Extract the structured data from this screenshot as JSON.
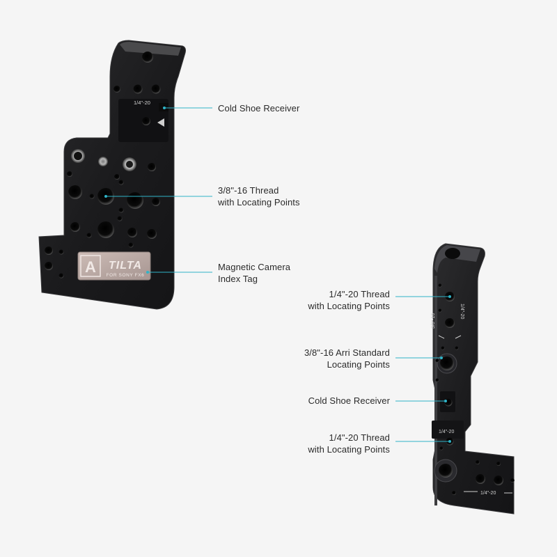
{
  "callouts_left_plate": [
    {
      "id": "cold-shoe-receiver-top",
      "text": "Cold Shoe Receiver"
    },
    {
      "id": "thread-38-locating",
      "text": "3/8\"-16 Thread\nwith Locating Points"
    },
    {
      "id": "magnetic-index-tag",
      "text": "Magnetic Camera\nIndex Tag"
    }
  ],
  "callouts_right_plate": [
    {
      "id": "thread-14-locating-top",
      "text": "1/4\"-20 Thread\nwith Locating Points"
    },
    {
      "id": "arri-locating",
      "text": "3/8\"-16 Arri Standard\nLocating Points"
    },
    {
      "id": "cold-shoe-receiver-side",
      "text": "Cold Shoe Receiver"
    },
    {
      "id": "thread-14-locating-bottom",
      "text": "1/4\"-20 Thread\nwith Locating Points"
    }
  ],
  "engravings": {
    "left_plate_quarter": "1/4\"-20",
    "tag_brand": "TILTA",
    "tag_subtitle": "FOR SONY FX6",
    "tag_logo_letter": "A",
    "right_plate_38": "3/8\"-16",
    "right_plate_14_a": "1/4\"-20",
    "right_plate_14_b": "1/4\"-20",
    "right_plate_14_c": "1/4\"-20"
  },
  "colors": {
    "background": "#f5f5f5",
    "plate": "#1c1c1e",
    "plate_edge": "#3a3a3c",
    "leader": "#2fb4c8",
    "tag": "#b9a9a4"
  }
}
